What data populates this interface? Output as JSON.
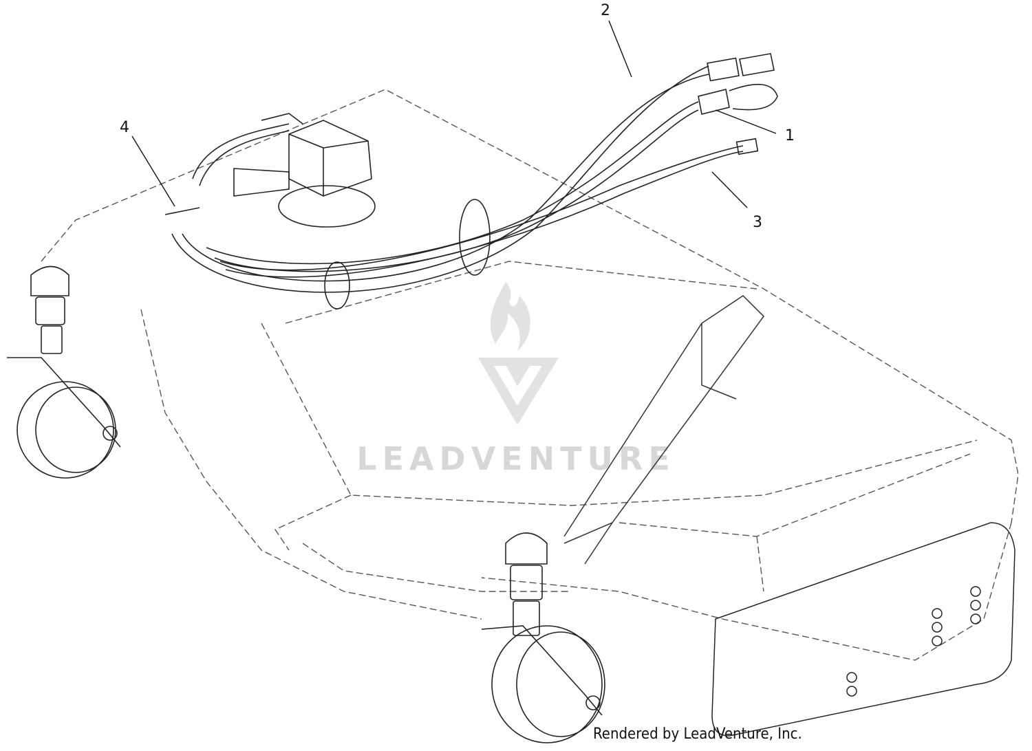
{
  "callouts": [
    {
      "id": "1",
      "label": "1"
    },
    {
      "id": "2",
      "label": "2"
    },
    {
      "id": "3",
      "label": "3"
    },
    {
      "id": "4",
      "label": "4"
    }
  ],
  "watermark": {
    "text": "LEADVENTURE",
    "icon": "flame-v-logo"
  },
  "footer": {
    "text": "Rendered by LeadVenture, Inc."
  }
}
